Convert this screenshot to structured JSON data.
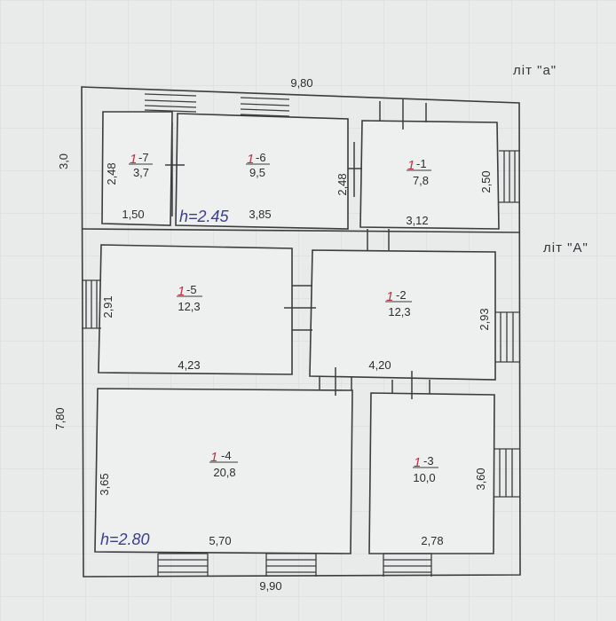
{
  "labels": {
    "lit_a_small": "літ \"а\"",
    "lit_a_big": "літ \"А\"",
    "height_upper": "h=2.45",
    "height_lower": "h=2.80"
  },
  "dimensions": {
    "top_width": "9,80",
    "bottom_width": "9,90",
    "upper_height": "3,0",
    "main_height": "7,80"
  },
  "rooms": [
    {
      "id": "1-1",
      "number": "1",
      "sub": "-1",
      "area": "7,8",
      "width": "3,12",
      "height": "2,50"
    },
    {
      "id": "1-2",
      "number": "1",
      "sub": "-2",
      "area": "12,3",
      "width": "4,20",
      "height": "2,93"
    },
    {
      "id": "1-3",
      "number": "1",
      "sub": "-3",
      "area": "10,0",
      "width": "2,78",
      "height": "3,60"
    },
    {
      "id": "1-4",
      "number": "1",
      "sub": "-4",
      "area": "20,8",
      "width": "5,70",
      "height": "3,65"
    },
    {
      "id": "1-5",
      "number": "1",
      "sub": "-5",
      "area": "12,3",
      "width": "4,23",
      "height": "2,91"
    },
    {
      "id": "1-6",
      "number": "1",
      "sub": "-6",
      "area": "9,5",
      "width": "3,85",
      "height": "2,48"
    },
    {
      "id": "1-7",
      "number": "1",
      "sub": "-7",
      "area": "3,7",
      "width": "1,50",
      "height": "2,48"
    }
  ]
}
